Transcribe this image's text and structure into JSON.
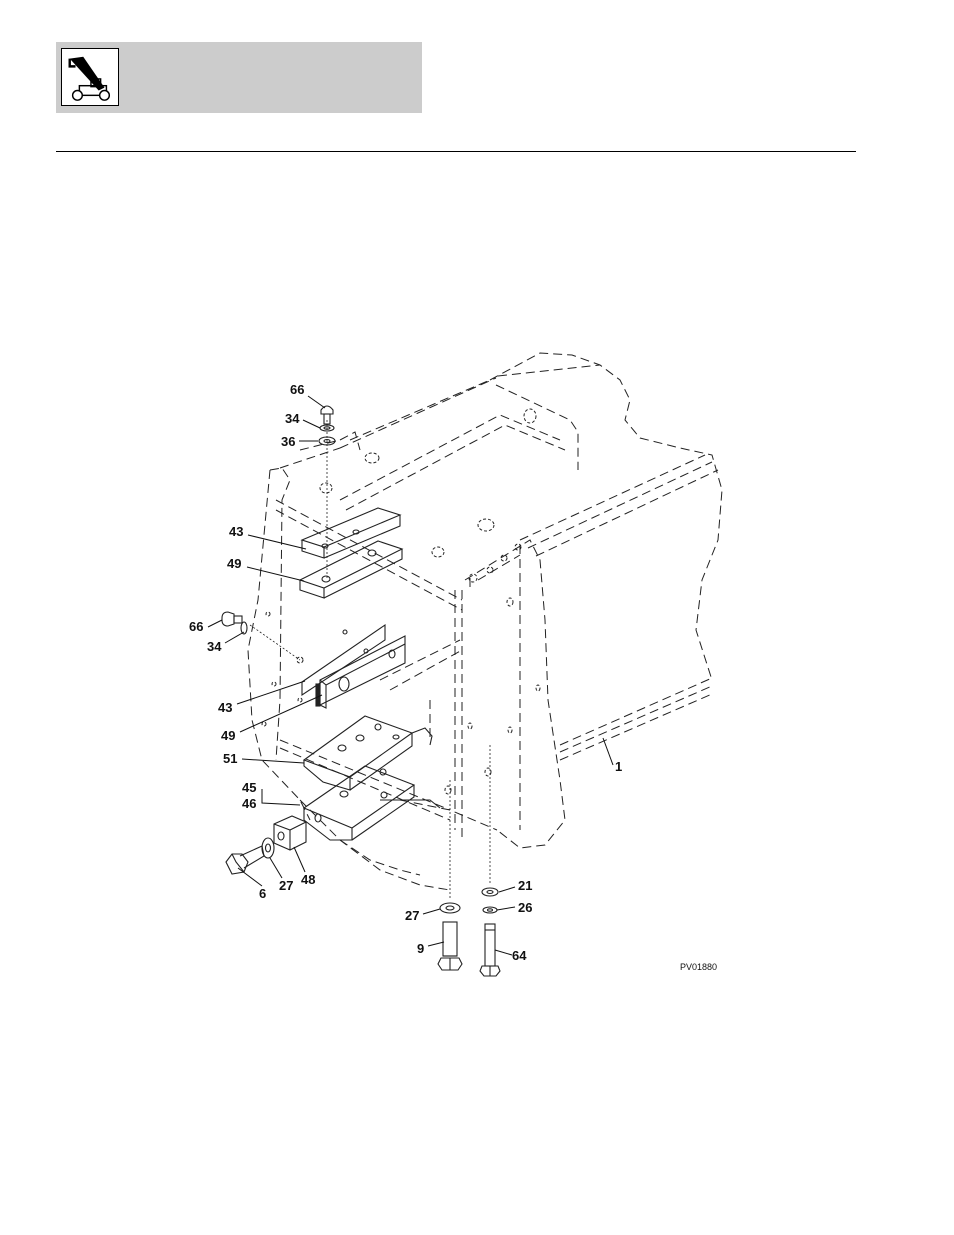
{
  "header": {
    "logo_icon": "telehandler-icon"
  },
  "diagram": {
    "drawing_code": "PV01880",
    "callouts": {
      "c66a": "66",
      "c34a": "34",
      "c36": "36",
      "c43a": "43",
      "c49a": "49",
      "c66b": "66",
      "c34b": "34",
      "c43b": "43",
      "c49b": "49",
      "c51": "51",
      "c45": "45",
      "c46": "46",
      "c6": "6",
      "c27a": "27",
      "c48": "48",
      "c27b": "27",
      "c9": "9",
      "c21": "21",
      "c26": "26",
      "c64": "64",
      "c1": "1"
    }
  }
}
